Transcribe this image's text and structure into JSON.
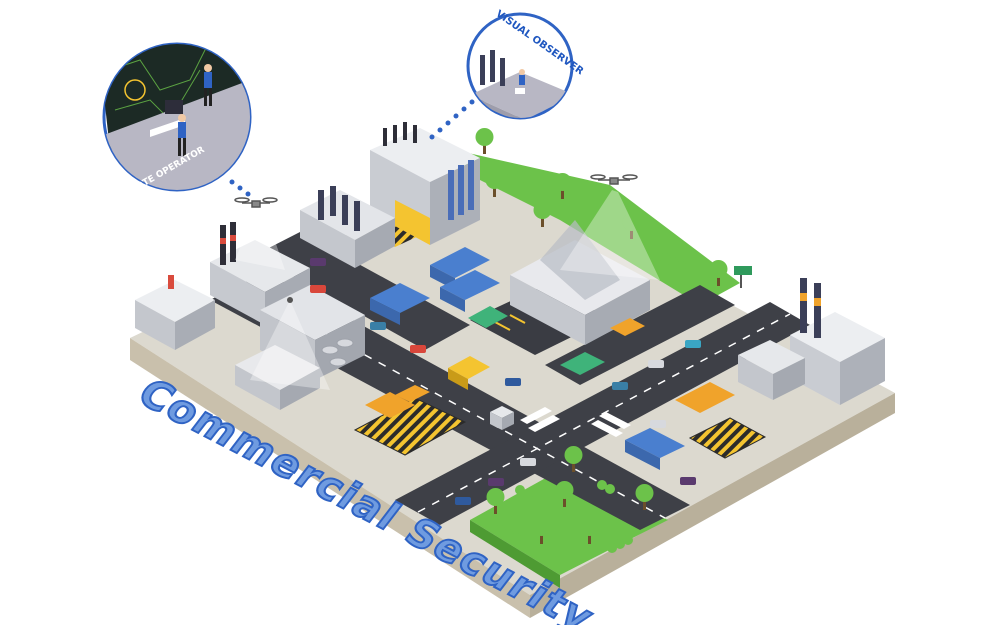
{
  "title": "Commercial Security",
  "callouts": {
    "remote_operator": "REMOTE OPERATOR",
    "visual_observer": "VISUAL OBSERVER"
  },
  "colors": {
    "title_fill": "#5f8fd9",
    "title_stroke": "#2f63c4",
    "bubble_ring": "#2f63c4",
    "callout_text": "#1f57c0",
    "grass": "#6cc24a",
    "road": "#3e4047",
    "base_top": "#dcd9cf",
    "base_side": "#c9c0ac",
    "building": "#d7d9de",
    "truck_blue": "#4a7fcf",
    "container_orange": "#f0a32b",
    "container_green": "#3fb37a",
    "hazard_yellow": "#f4c430"
  },
  "icons": [
    "drone-icon",
    "security-guard-icon",
    "camera-icon",
    "tree-icon",
    "smokestack-icon",
    "truck-icon",
    "car-icon",
    "monitor-icon",
    "exit-sign-icon"
  ]
}
